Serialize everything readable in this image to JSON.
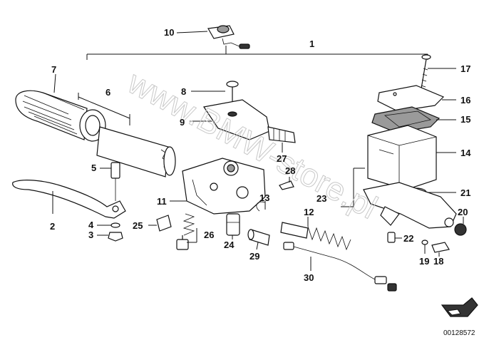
{
  "watermark": "www.BMW-store.pl",
  "diagram_code": "00128572",
  "callouts": {
    "c1": "1",
    "c2": "2",
    "c3": "3",
    "c4": "4",
    "c5": "5",
    "c6": "6",
    "c7": "7",
    "c8": "8",
    "c9": "9",
    "c10": "10",
    "c11": "11",
    "c12": "12",
    "c13": "13",
    "c14": "14",
    "c15": "15",
    "c16": "16",
    "c17": "17",
    "c18": "18",
    "c19": "19",
    "c20": "20",
    "c21": "21",
    "c22": "22",
    "c23": "23",
    "c24": "24",
    "c25": "25",
    "c26": "26",
    "c27": "27",
    "c28": "28",
    "c29": "29",
    "c30": "30"
  }
}
